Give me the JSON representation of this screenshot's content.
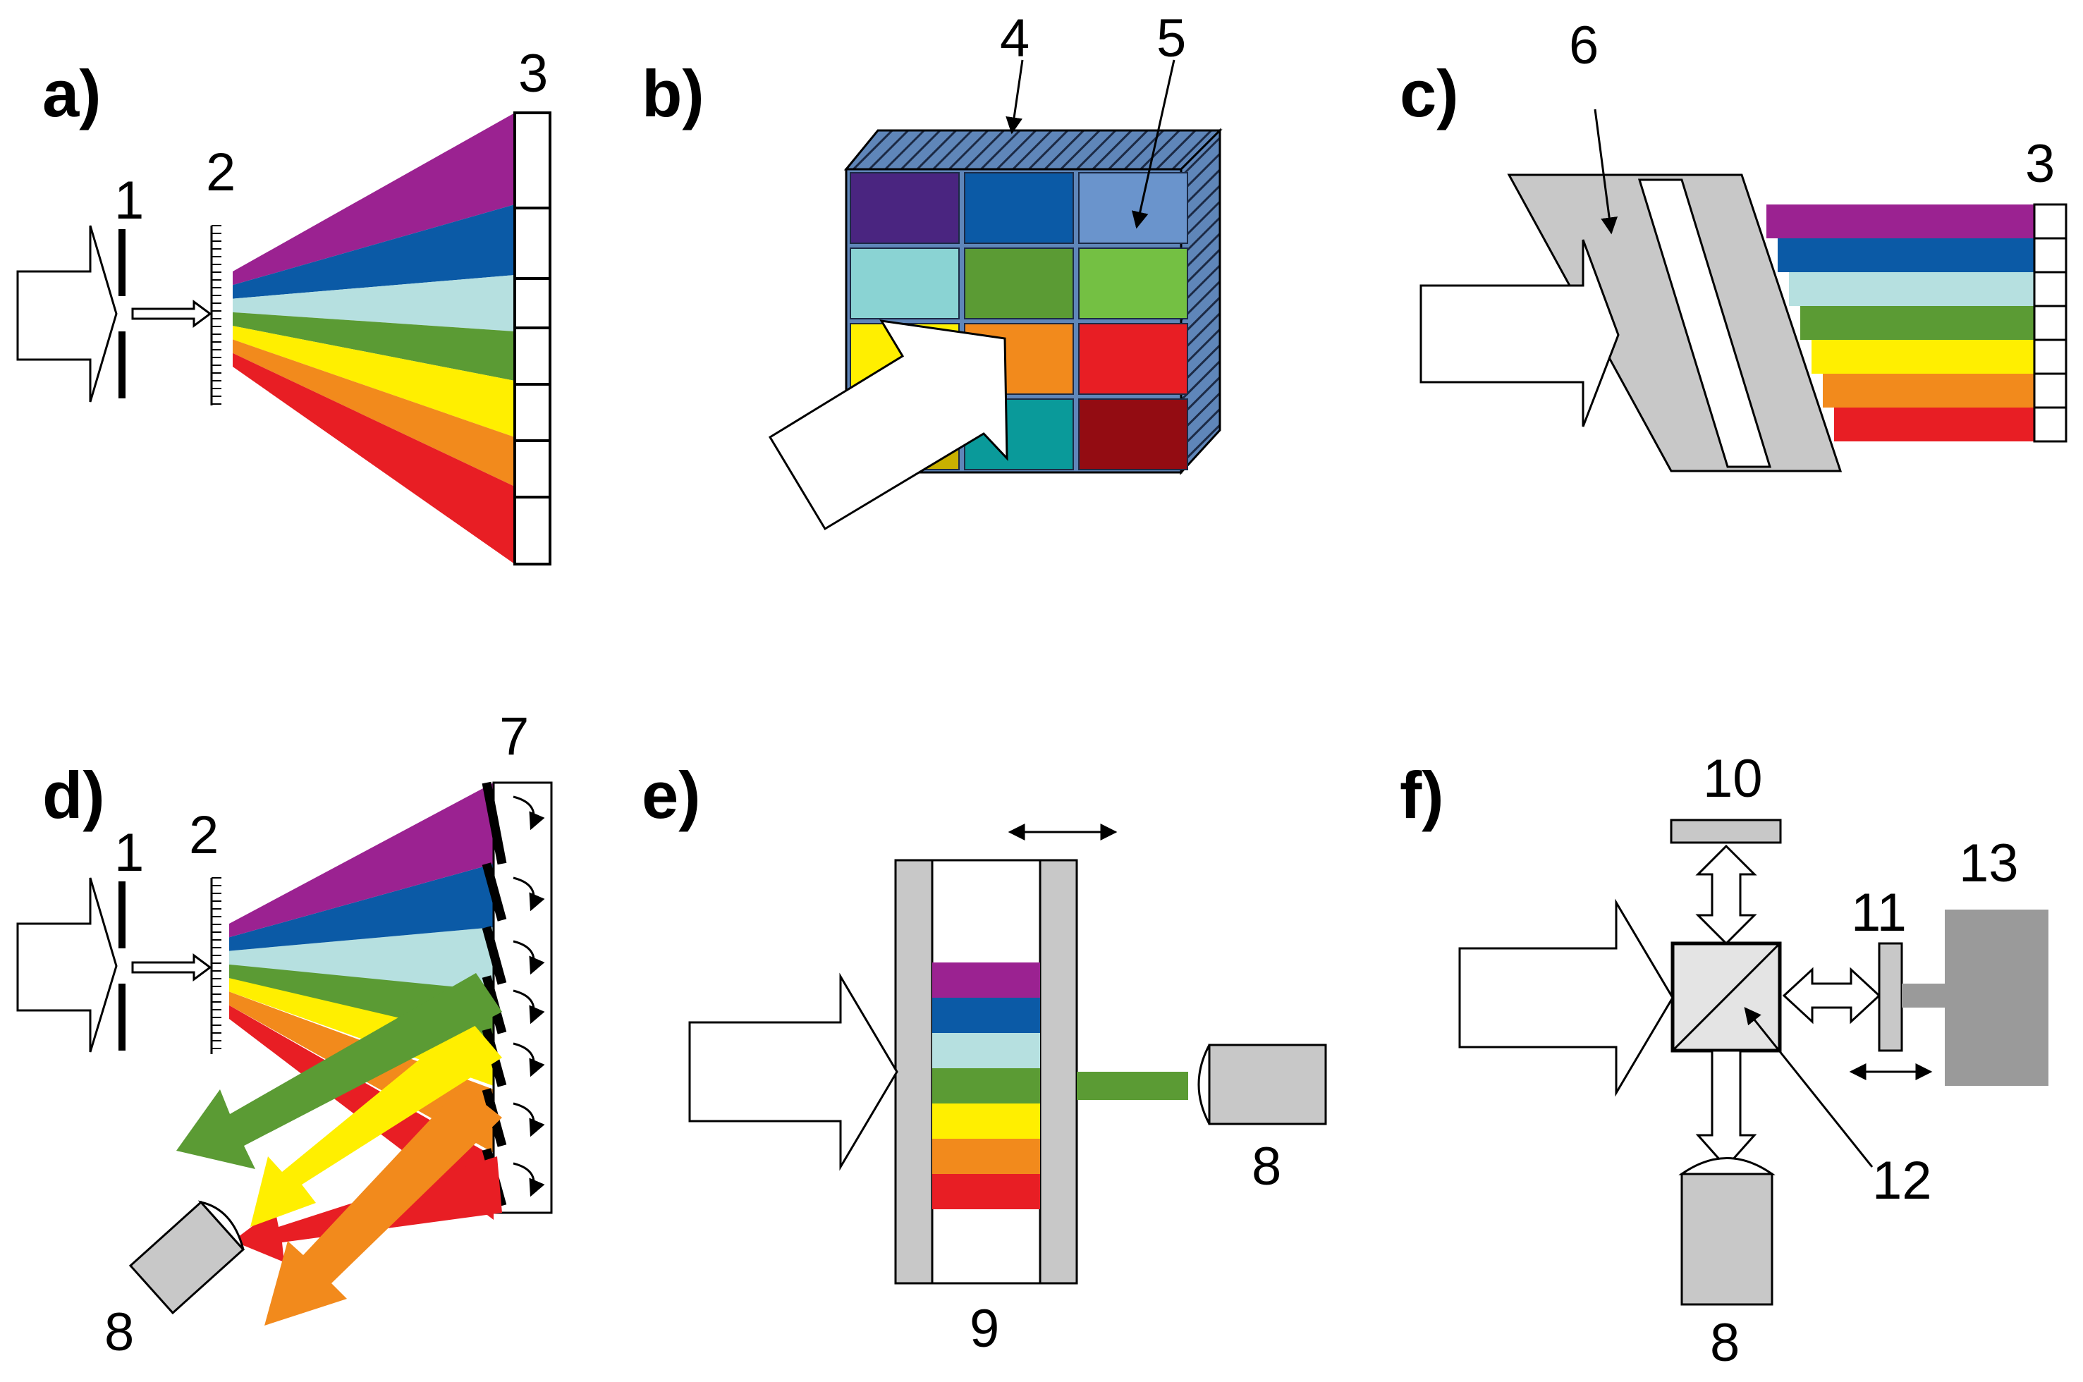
{
  "colors": {
    "violet": "#9b2291",
    "blue": "#0b5aa6",
    "lightblue": "#b6e0e0",
    "green": "#5b9b34",
    "yellow": "#ffef00",
    "orange": "#f28a1c",
    "red": "#e81e24",
    "grey": "#c8c8c8",
    "darkgrey": "#9a9a9a"
  },
  "panels": {
    "a": {
      "label": "a)",
      "n1": "1",
      "n2": "2",
      "n3": "3"
    },
    "b": {
      "label": "b)",
      "n4": "4",
      "n5": "5"
    },
    "c": {
      "label": "c)",
      "n6": "6",
      "n3": "3"
    },
    "d": {
      "label": "d)",
      "n1": "1",
      "n2": "2",
      "n7": "7",
      "n8": "8"
    },
    "e": {
      "label": "e)",
      "n8": "8",
      "n9": "9"
    },
    "f": {
      "label": "f)",
      "n10": "10",
      "n11": "11",
      "n12": "12",
      "n13": "13",
      "n8": "8"
    }
  },
  "filter_mosaic": [
    [
      "#4a2580",
      "#0b5aa6",
      "#6a94cc"
    ],
    [
      "#8ad3d3",
      "#5b9b34",
      "#74c043"
    ],
    [
      "#ffef00",
      "#f28a1c",
      "#e81e24"
    ],
    [
      "#c9b000",
      "#0a9a9a",
      "#930c12"
    ]
  ]
}
